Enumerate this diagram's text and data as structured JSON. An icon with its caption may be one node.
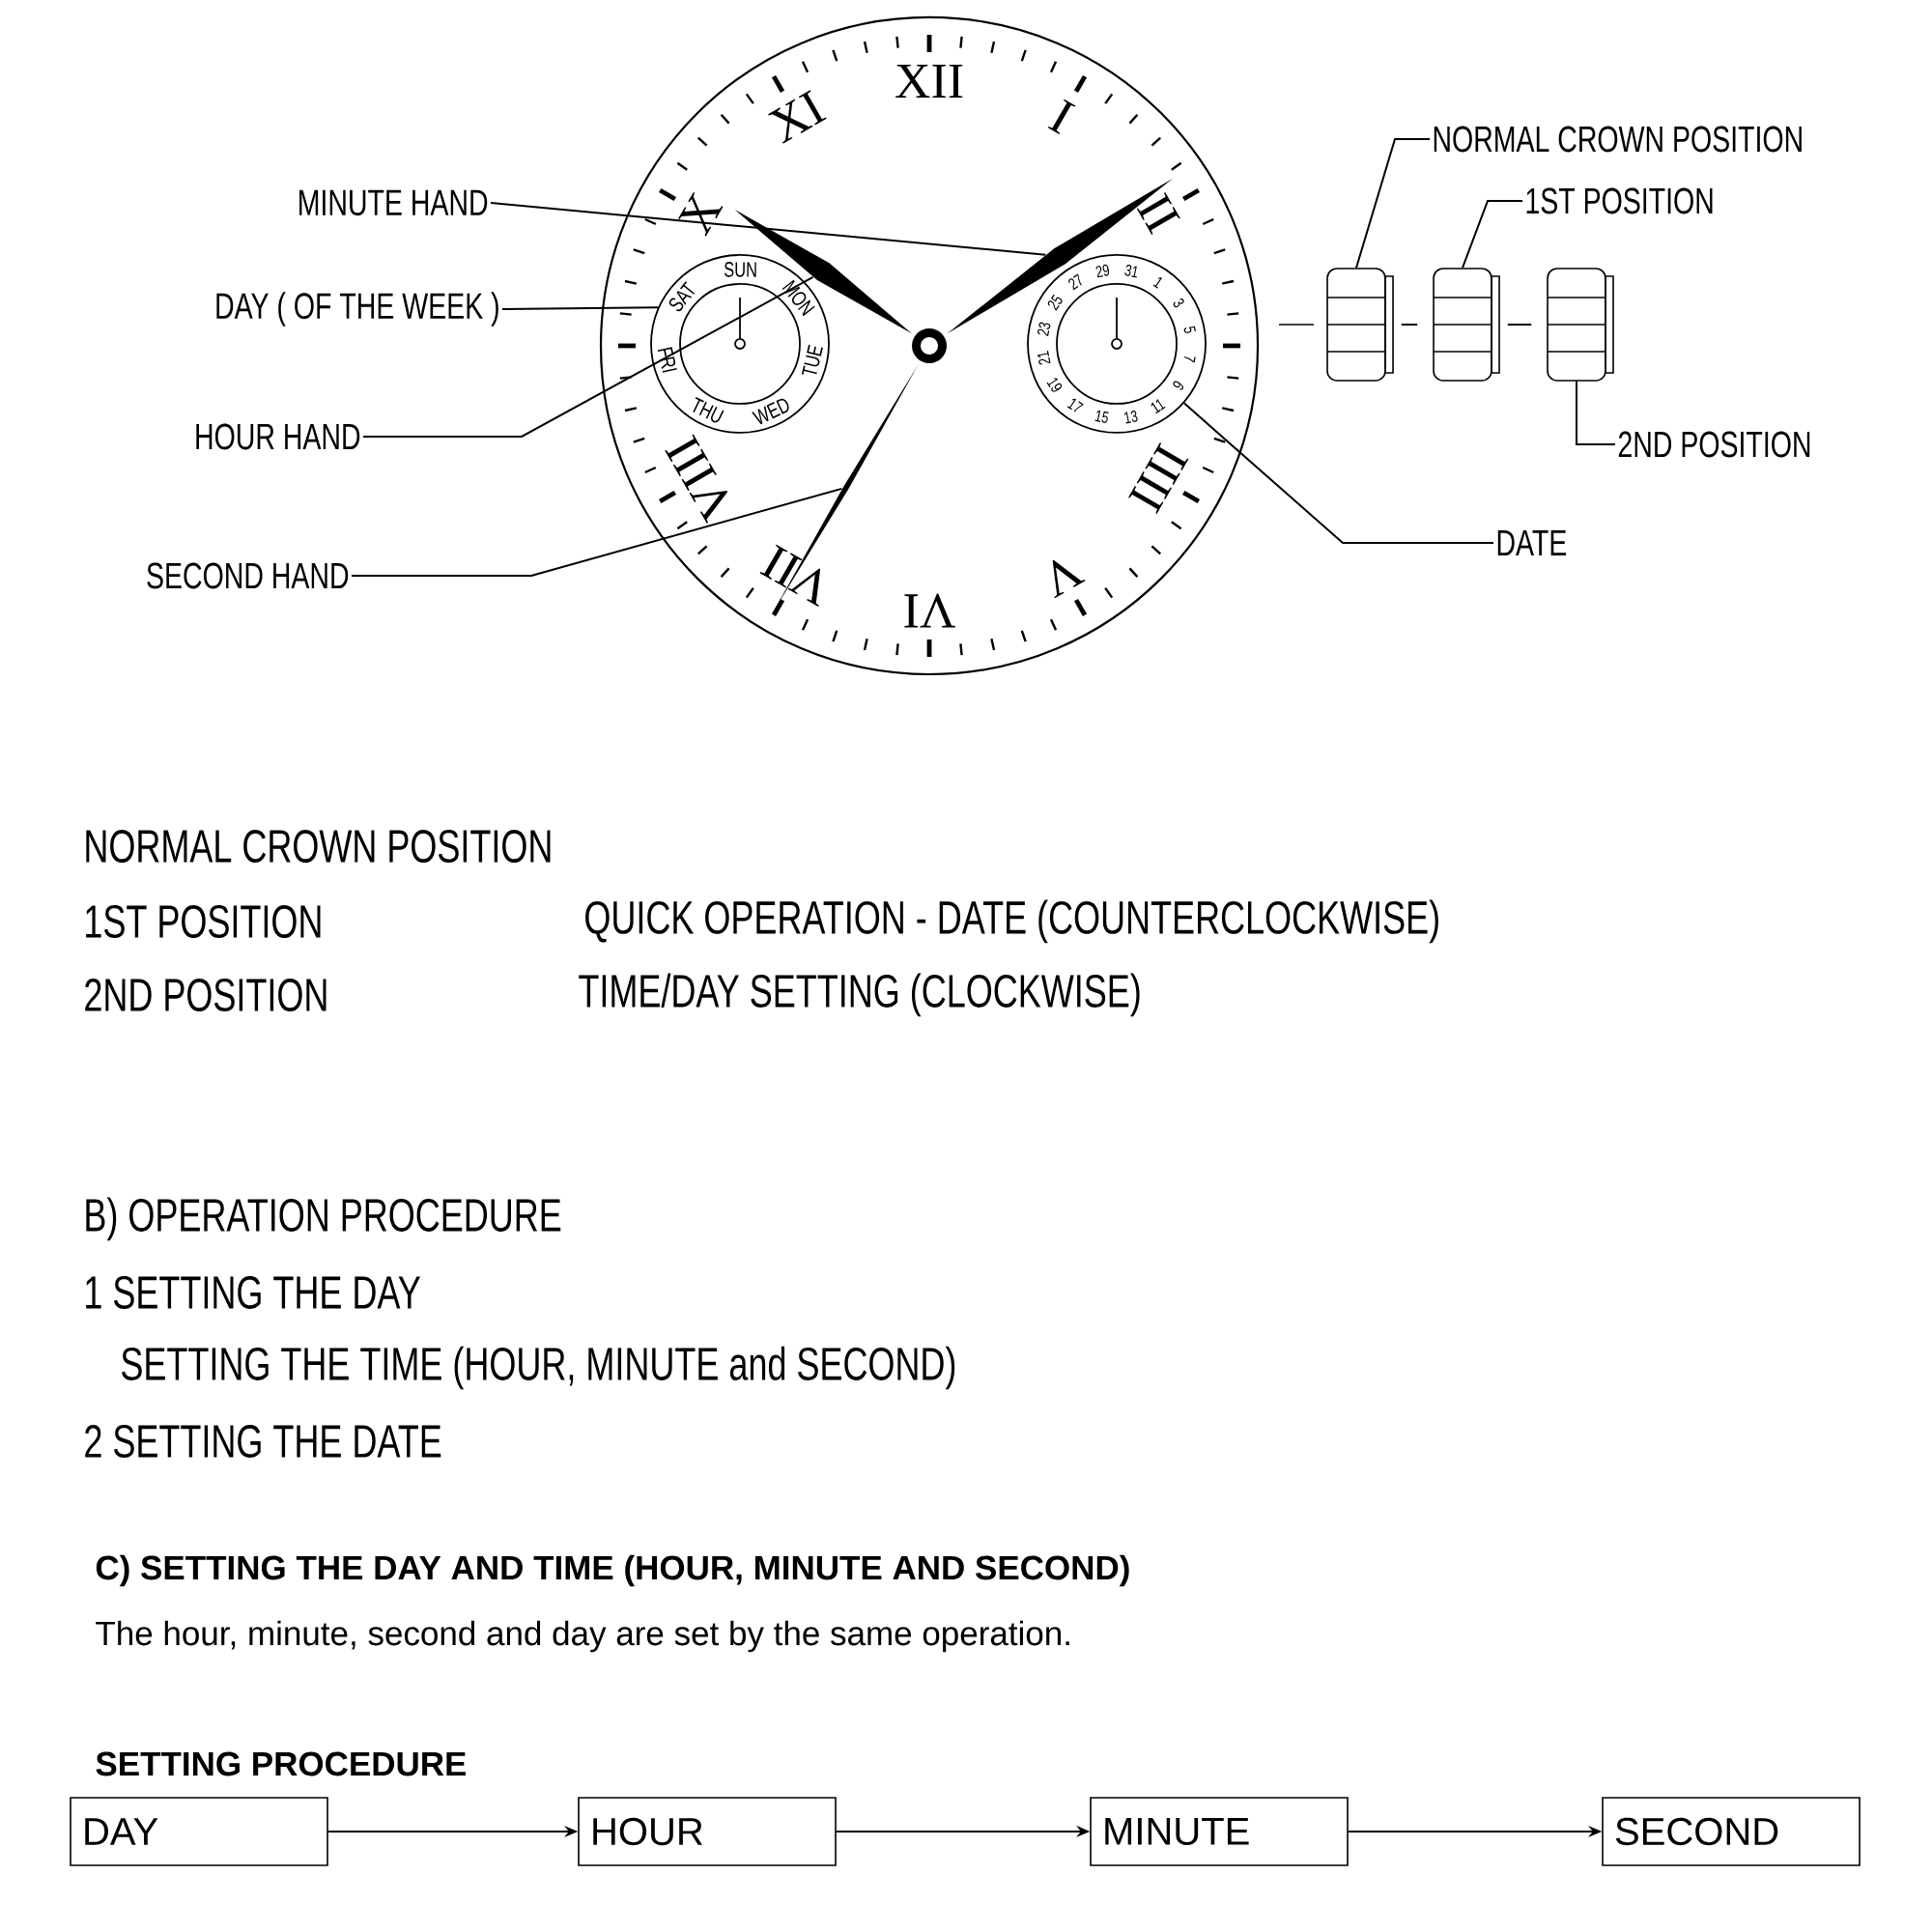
{
  "diagram": {
    "nodes": [
      {
        "text": [
          "MINUTE HAND"
        ]
      },
      {
        "text": [
          "DAY ( OF THE WEEK )"
        ]
      },
      {
        "text": [
          "HOUR HAND"
        ]
      },
      {
        "text": [
          "SECOND HAND"
        ]
      },
      {
        "text": [
          "NORMAL CROWN POSITION"
        ]
      },
      {
        "text": [
          "1ST POSITION"
        ]
      },
      {
        "text": [
          "2ND POSITION"
        ]
      },
      {
        "text": [
          "DATE"
        ]
      },
      {
        "text": [],
        "shape": "box"
      },
      {
        "text": [],
        "shape": "box"
      },
      {
        "text": [],
        "shape": "box"
      },
      {
        "text": [],
        "shape": "hand"
      },
      {
        "text": [
          "SAT",
          "SUN",
          "MON",
          "TUE",
          "WED",
          "THU",
          "FRI"
        ]
      },
      {
        "text": [],
        "shape": "hand"
      },
      {
        "text": [],
        "shape": "hand"
      },
      {
        "text": [
          "29",
          "31",
          "1",
          "3",
          "5",
          "7",
          "9",
          "11",
          "13",
          "15",
          "17",
          "19",
          "21",
          "23",
          "25",
          "27"
        ]
      },
      {
        "text": [
          "DAY"
        ]
      },
      {
        "text": [
          "HOUR"
        ]
      },
      {
        "text": [
          "MINUTE"
        ]
      },
      {
        "text": [
          "SECOND"
        ]
      }
    ],
    "edges": [
      {
        "from": 0,
        "to": 11,
        "arrow": "none"
      },
      {
        "from": 1,
        "to": 12,
        "arrow": "none"
      },
      {
        "from": 2,
        "to": 13,
        "arrow": "none"
      },
      {
        "from": 3,
        "to": 14,
        "arrow": "none"
      },
      {
        "from": 4,
        "to": 8,
        "arrow": "none"
      },
      {
        "from": 5,
        "to": 9,
        "arrow": "none"
      },
      {
        "from": 6,
        "to": 10,
        "arrow": "none"
      },
      {
        "from": 7,
        "to": 15,
        "arrow": "none"
      },
      {
        "from": 8,
        "to": 9,
        "arrow": "none"
      },
      {
        "from": 9,
        "to": 10,
        "arrow": "none"
      },
      {
        "from": 16,
        "to": 17,
        "arrow": "to"
      },
      {
        "from": 17,
        "to": 18,
        "arrow": "to"
      },
      {
        "from": 18,
        "to": 19,
        "arrow": "to"
      }
    ],
    "labels": [
      "XII",
      "I",
      "II",
      "IIII",
      "V",
      "VI",
      "VII",
      "VIII",
      "X",
      "XI",
      "NORMAL CROWN POSITION",
      "1ST POSITION",
      "QUICK OPERATION - DATE (COUNTERCLOCKWISE)",
      "2ND POSITION",
      "TIME/DAY SETTING (CLOCKWISE)",
      "B) OPERATION PROCEDURE",
      "1 SETTING THE DAY",
      "SETTING THE TIME (HOUR, MINUTE and SECOND)",
      "2 SETTING THE DATE",
      "C) SETTING THE DAY AND TIME (HOUR, MINUTE AND SECOND)",
      "The hour, minute, second and day are set by the same operation.",
      "SETTING PROCEDURE"
    ]
  }
}
